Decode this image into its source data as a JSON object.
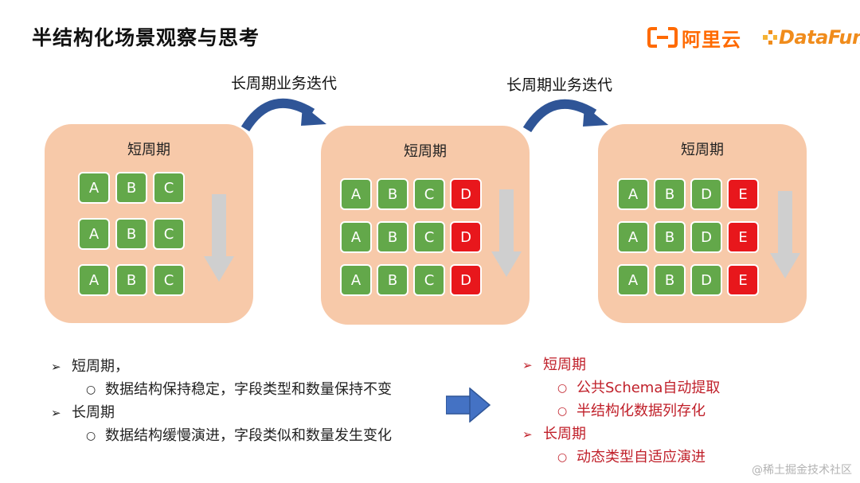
{
  "title": "半结构化场景观察与思考",
  "logos": {
    "aliyun_text": "阿里云",
    "datafun_text": "DataFun."
  },
  "iteration_label": "长周期业务迭代",
  "panels": [
    {
      "label": "短周期",
      "rows": [
        [
          "A",
          "B",
          "C"
        ],
        [
          "A",
          "B",
          "C"
        ],
        [
          "A",
          "B",
          "C"
        ]
      ],
      "new_columns": []
    },
    {
      "label": "短周期",
      "rows": [
        [
          "A",
          "B",
          "C",
          "D"
        ],
        [
          "A",
          "B",
          "C",
          "D"
        ],
        [
          "A",
          "B",
          "C",
          "D"
        ]
      ],
      "new_columns": [
        3
      ]
    },
    {
      "label": "短周期",
      "rows": [
        [
          "A",
          "B",
          "D",
          "E"
        ],
        [
          "A",
          "B",
          "D",
          "E"
        ],
        [
          "A",
          "B",
          "D",
          "E"
        ]
      ],
      "new_columns": [
        3
      ]
    }
  ],
  "left_notes": {
    "short_title": "短周期，",
    "short_detail": "数据结构保持稳定，字段类型和数量保持不变",
    "long_title": "长周期",
    "long_detail": "数据结构缓慢演进，字段类似和数量发生变化"
  },
  "right_notes": {
    "short_title": "短周期",
    "short_item_1": "公共Schema自动提取",
    "short_item_2": "半结构化数据列存化",
    "long_title": "长周期",
    "long_item_1": "动态类型自适应演进"
  },
  "bullet_marker": "➢",
  "sub_marker": "○",
  "colors": {
    "panel_bg": "#f7c9a9",
    "cell_green": "#63a84a",
    "cell_red": "#e8171c",
    "arrow_blue": "#2f5597",
    "note_red": "#c0202a"
  },
  "watermark": "@稀土掘金技术社区"
}
